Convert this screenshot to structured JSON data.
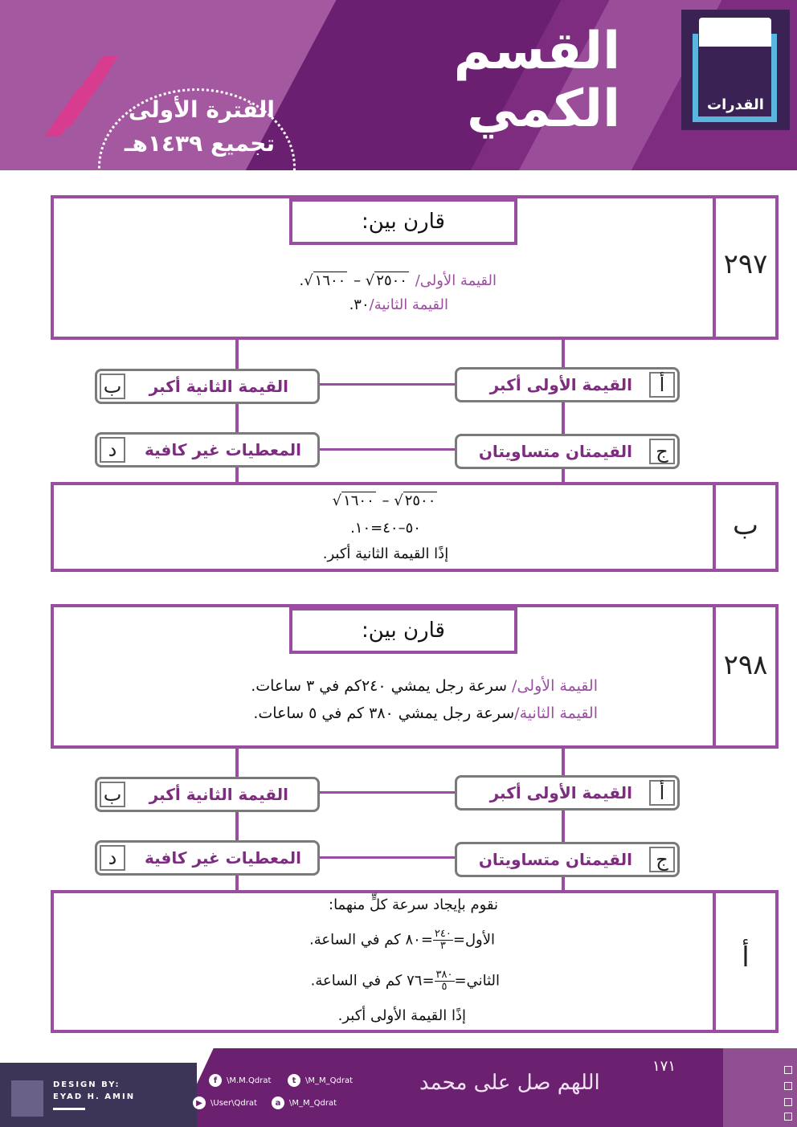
{
  "header": {
    "title_line1": "القسم",
    "title_line2": "الكمي",
    "period_line1": "الفترة الأولى",
    "period_line2": "تجميع ١٤٣٩هـ",
    "logo_text": "القدرات"
  },
  "questions": [
    {
      "number": "٢٩٧",
      "compare_label": "قارن بين:",
      "first_value_label": "القيمة الأولى/",
      "first_value_expr_a": "٢٥٠٠",
      "first_value_minus": "–",
      "first_value_expr_b": "١٦٠٠",
      "first_value_end": ".",
      "second_value_label": "القيمة الثانية/",
      "second_value": "٣٠.",
      "choices": {
        "a_key": "أ",
        "a_label": "القيمة الأولى أكبر",
        "b_key": "ب",
        "b_label": "القيمة الثانية  أكبر",
        "c_key": "ج",
        "c_label": "القيمتان متساويتان",
        "d_key": "د",
        "d_label": "المعطيات غير كافية"
      },
      "answer_key": "ب",
      "solution_line1_a": "٢٥٠٠",
      "solution_line1_minus": "–",
      "solution_line1_b": "١٦٠٠",
      "solution_line2": "٥٠–٤٠=١٠.",
      "solution_line3": "إذًا القيمة الثانية أكبر."
    },
    {
      "number": "٢٩٨",
      "compare_label": "قارن بين:",
      "first_value_label": "القيمة الأولى/",
      "first_value_text": " سرعة رجل يمشي ٢٤٠كم في ٣ ساعات.",
      "second_value_label": "القيمة الثانية/",
      "second_value_text": "سرعة رجل يمشي ٣٨٠ كم في ٥ ساعات.",
      "choices": {
        "a_key": "أ",
        "a_label": "القيمة الأولى أكبر",
        "b_key": "ب",
        "b_label": "القيمة الثانية  أكبر",
        "c_key": "ج",
        "c_label": "القيمتان متساويتان",
        "d_key": "د",
        "d_label": "المعطيات غير كافية"
      },
      "answer_key": "أ",
      "solution_line1": "نقوم بإيجاد سرعة كلٍّ منهما:",
      "solution_first_prefix": "الأول=",
      "solution_first_num": "٢٤٠",
      "solution_first_den": "٣",
      "solution_first_suffix": "=٨٠ كم في الساعة.",
      "solution_second_prefix": "الثاني=",
      "solution_second_num": "٣٨٠",
      "solution_second_den": "٥",
      "solution_second_suffix": "=٧٦ كم في الساعة.",
      "solution_last": "إذًا القيمة الأولى أكبر."
    }
  ],
  "footer": {
    "design_by": "DESIGN BY:",
    "designer": "EYAD H. AMIN",
    "social_facebook": "\\M.M.Qdrat",
    "social_twitter": "\\M_M_Qdrat",
    "social_youtube": "\\User\\Qdrat",
    "social_ask": "\\M_M_Qdrat",
    "prayer_text": "اللهم صل على محمد",
    "page_number": "١٧١"
  },
  "colors": {
    "primary_purple": "#7d2c7f",
    "frame_purple": "#9b4ea1",
    "accent_pink": "#d83c8f",
    "logo_blue": "#5bb6df"
  }
}
